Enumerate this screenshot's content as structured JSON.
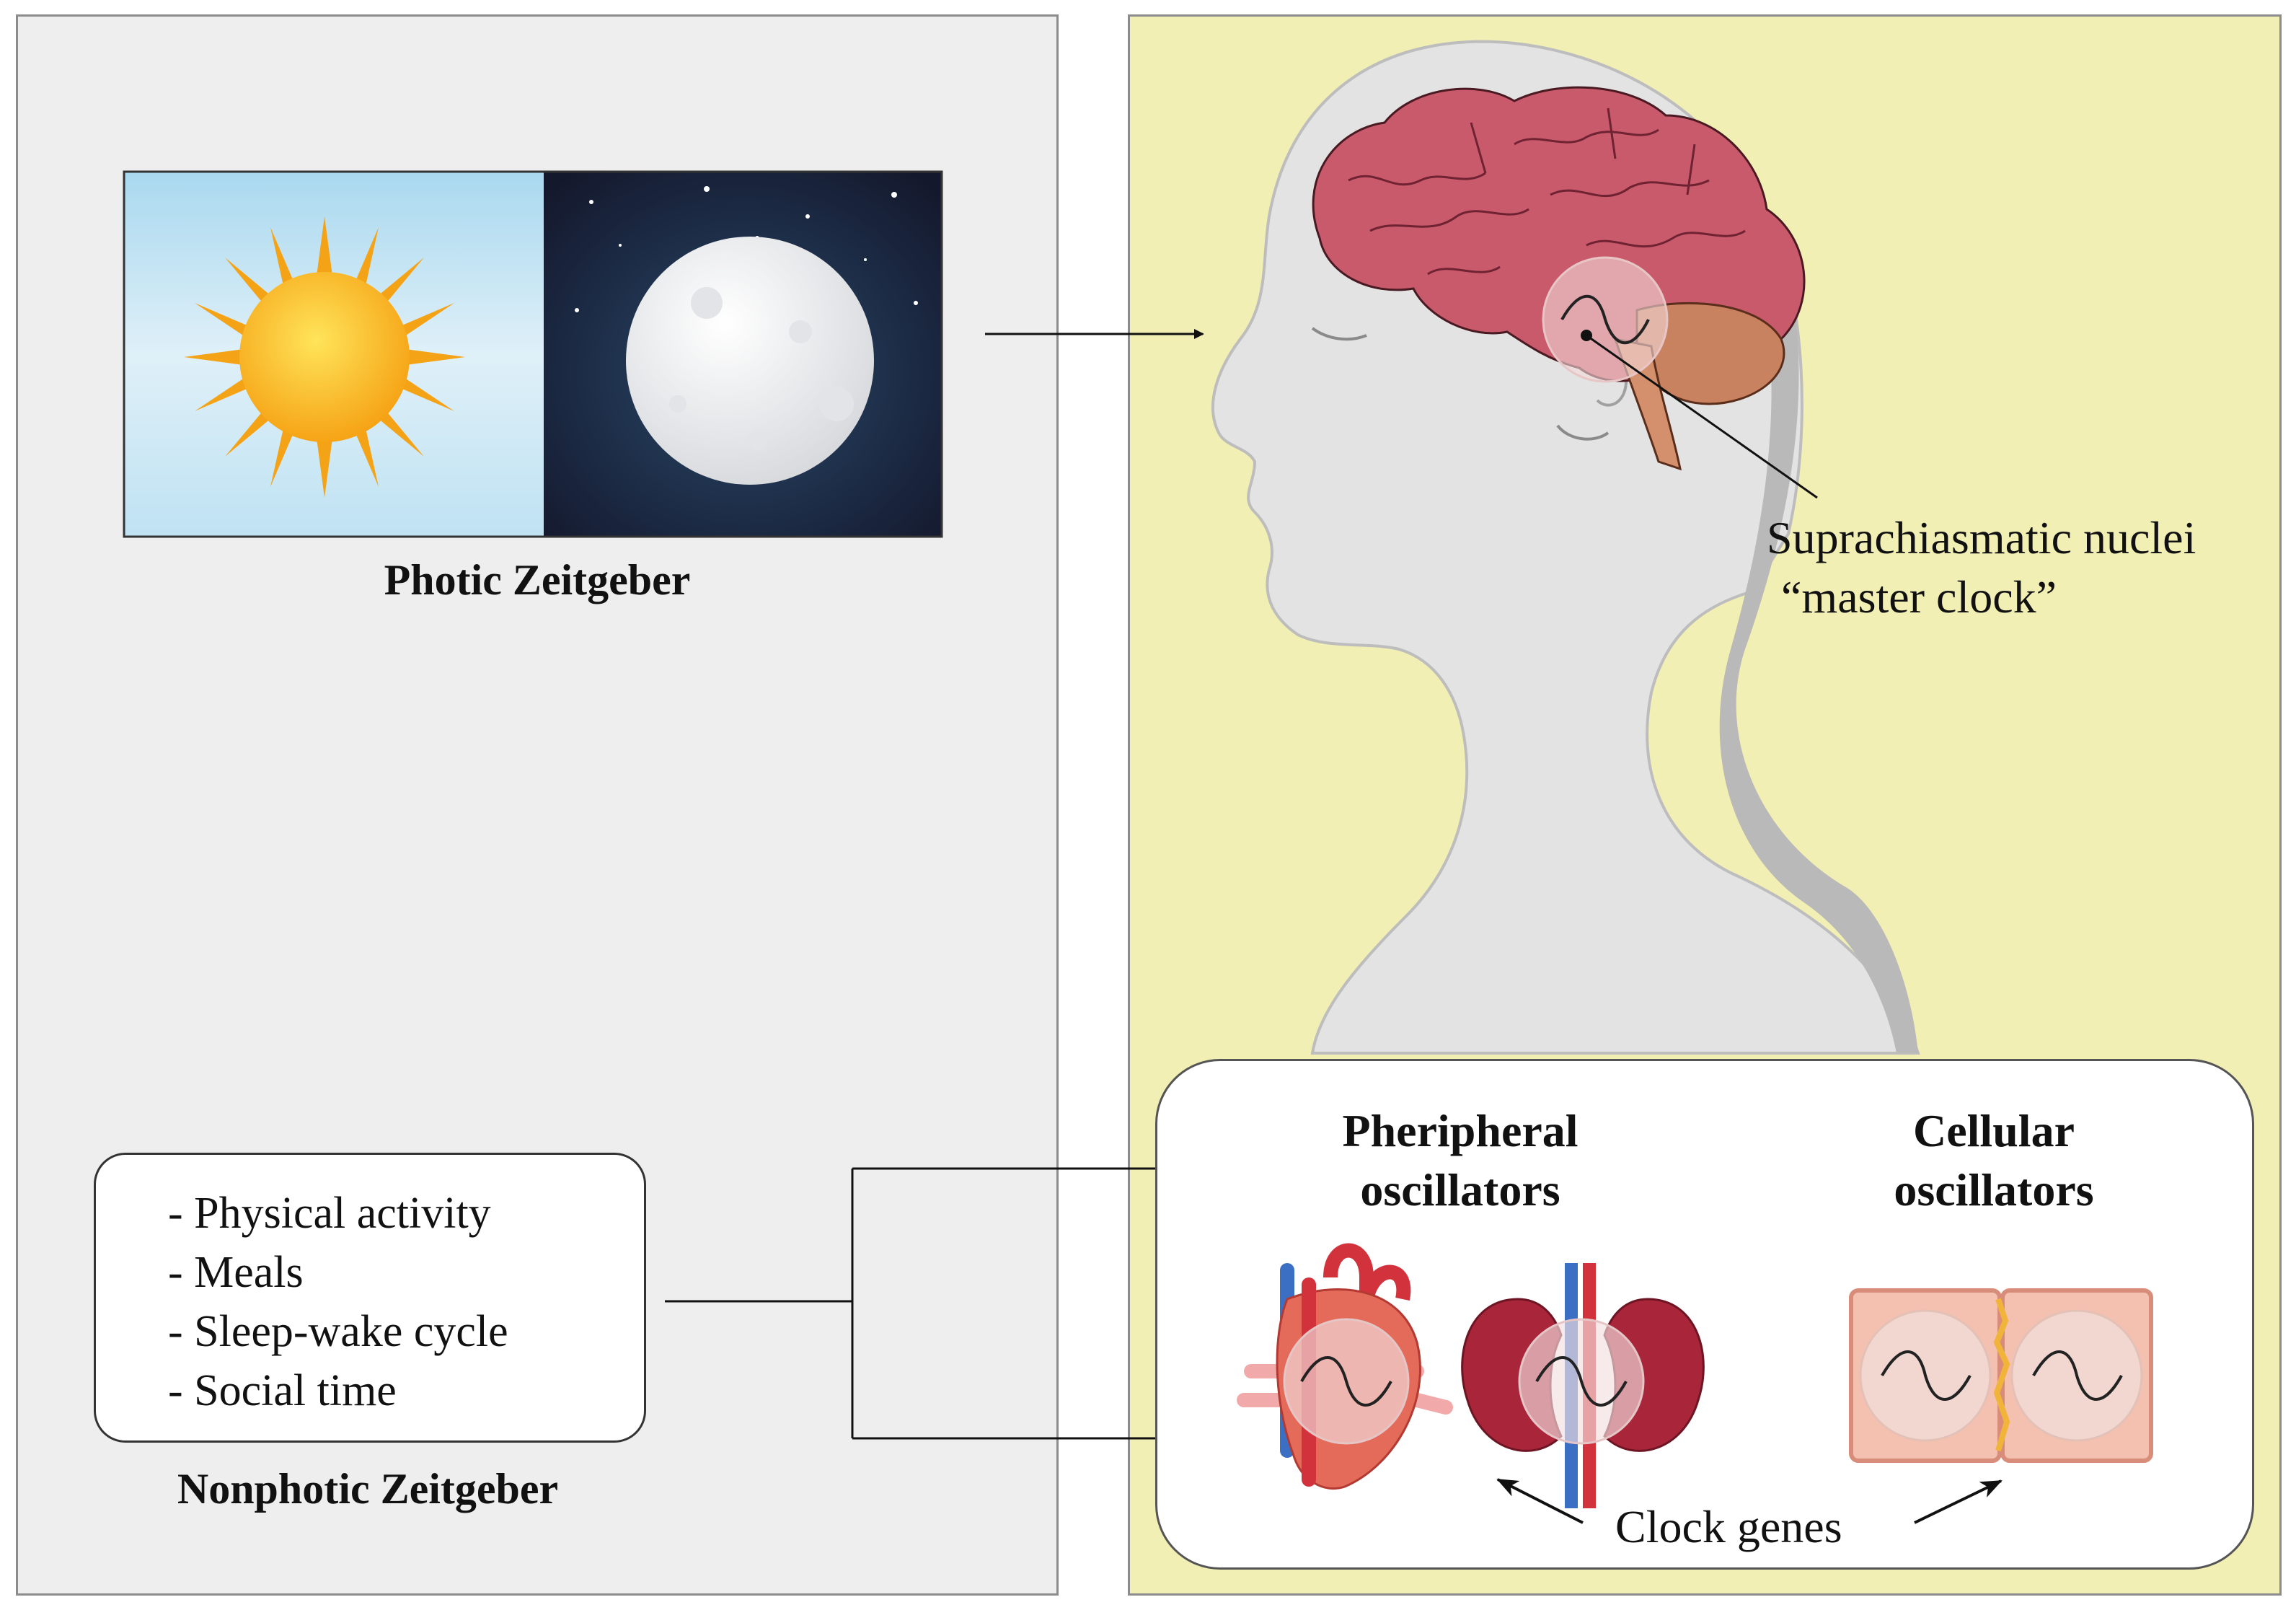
{
  "photic": {
    "caption": "Photic Zeitgeber"
  },
  "nonphotic": {
    "items": [
      "- Physical activity",
      "- Meals",
      "- Sleep-wake cycle",
      "- Social time"
    ],
    "caption": "Nonphotic Zeitgeber"
  },
  "scn": {
    "line1": "Suprachiasmatic nuclei",
    "line2": "“master clock”"
  },
  "peripheral": {
    "line1": "Pheripheral",
    "line2": "oscillators"
  },
  "cellular": {
    "line1": "Cellular",
    "line2": "oscillators"
  },
  "clock_genes": "Clock genes",
  "colors": {
    "left_panel": "#eeeeee",
    "right_panel": "#f1efb4",
    "brain": "#c95a6c",
    "head": "#e2e2e2",
    "sun": "#f7a81b",
    "night_sky": "#1d2a44"
  }
}
